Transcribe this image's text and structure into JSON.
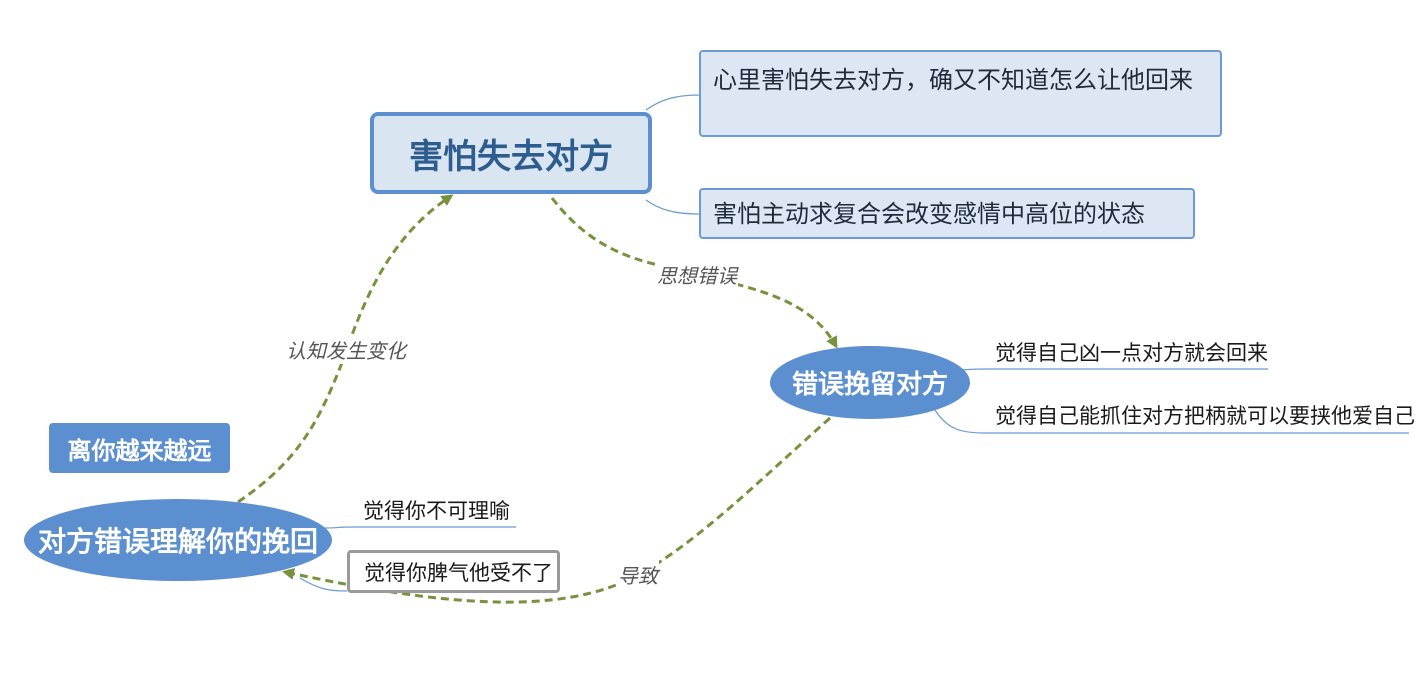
{
  "diagram": {
    "central_topic": "害怕失去对方",
    "central_notes": [
      "心里害怕失去对方，确又不知道怎么让他回来",
      "害怕主动求复合会改变感情中高位的状态"
    ],
    "node_right": {
      "title": "错误挽留对方",
      "details": [
        "觉得自己凶一点对方就会回来",
        "觉得自己能抓住对方把柄就可以要挟他爱自己"
      ]
    },
    "node_left": {
      "title": "对方错误理解你的挽回",
      "details": [
        "觉得你不可理喻",
        "觉得你脾气他受不了"
      ]
    },
    "floating_label": "离你越来越远",
    "link_labels": {
      "central_to_right": "思想错误",
      "left_to_central": "认知发生变化",
      "right_to_left": "导致"
    },
    "colors": {
      "node_fill": "#5b8fd0",
      "central_fill": "#dae5f2",
      "central_text": "#2d5c8f",
      "note_fill": "#dde7f3",
      "arrow": "#77923c",
      "connector": "#6b9bd2"
    }
  }
}
